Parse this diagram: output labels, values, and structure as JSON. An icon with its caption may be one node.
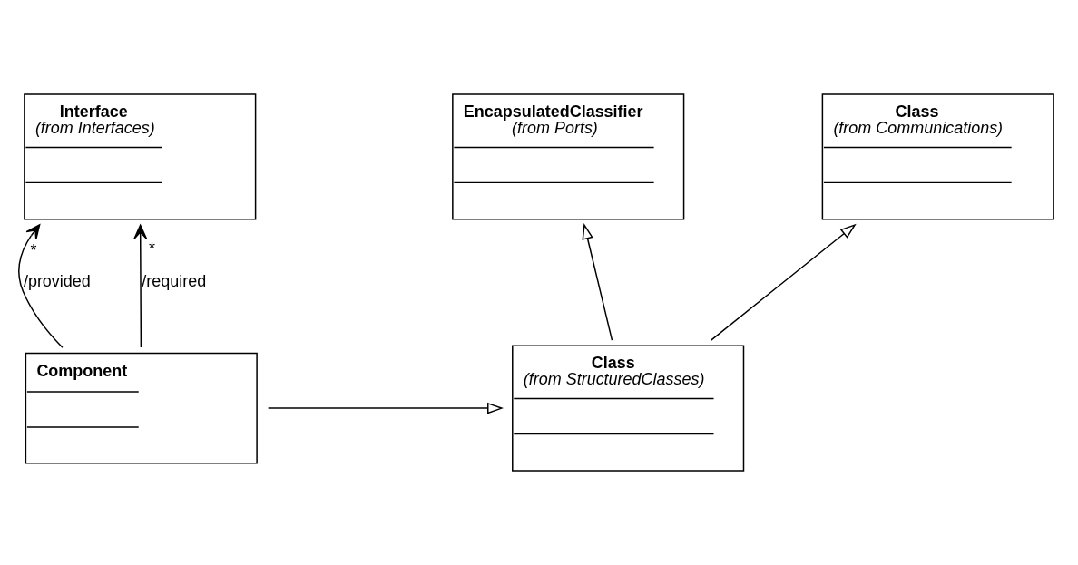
{
  "diagram": {
    "nodes": [
      {
        "text": [
          "EncapsulatedClassifier",
          "(from Ports)"
        ]
      },
      {
        "text": [
          "Class",
          "(from Communications)"
        ]
      },
      {
        "text": [
          "Interface",
          "(from Interfaces)"
        ]
      },
      {
        "text": [
          "Component"
        ]
      },
      {
        "text": [
          "Class",
          "(from StructuredClasses)"
        ]
      }
    ],
    "edges": [
      {
        "from": 4,
        "to": 0,
        "arrow": "to"
      },
      {
        "from": 4,
        "to": 1,
        "arrow": "to"
      },
      {
        "from": 3,
        "to": 2,
        "arrow": "to",
        "label": "/provided"
      },
      {
        "from": 3,
        "to": 2,
        "arrow": "to",
        "label": "/required"
      },
      {
        "from": 3,
        "to": 4,
        "arrow": "to"
      }
    ],
    "labels": [
      "*",
      "*"
    ]
  }
}
